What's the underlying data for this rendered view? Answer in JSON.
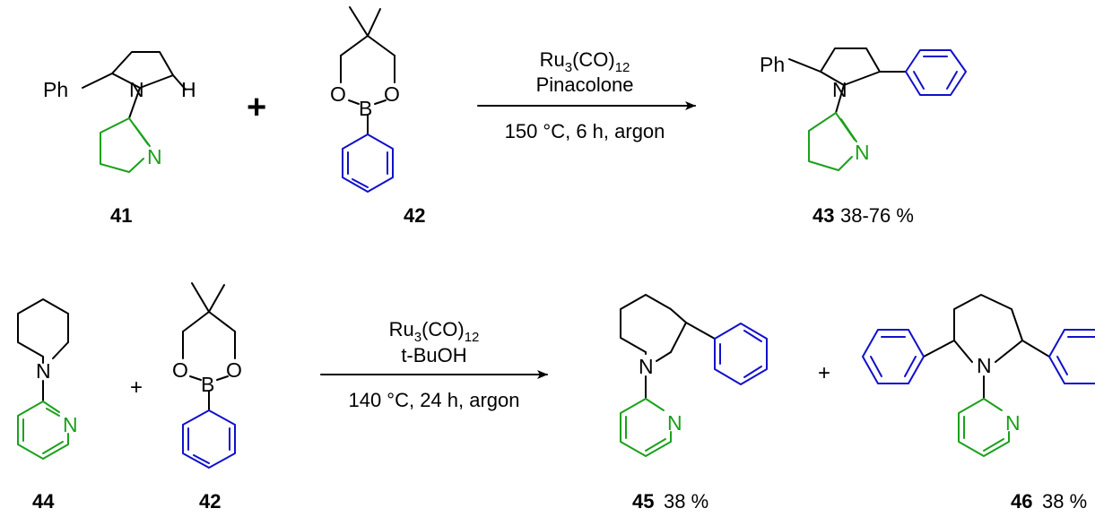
{
  "colors": {
    "heterocycle": "#1aa11a",
    "aryl": "#1010cc",
    "default": "#000000"
  },
  "atoms": {
    "phenyl": "Ph",
    "nitrogen": "N",
    "hydrogen": "H",
    "oxygen": "O",
    "boron": "B"
  },
  "reaction1": {
    "plus": "+",
    "catalyst": "Ru",
    "catalyst_sub1": "3",
    "catalyst_mid": "(CO)",
    "catalyst_sub2": "12",
    "solvent": "Pinacolone",
    "conditions": "150 °C, 6 h, argon",
    "substrate_id": "41",
    "reagent_id": "42",
    "product_id": "43",
    "product_yield": "38-76 %"
  },
  "reaction2": {
    "plus1": "+",
    "plus2": "+",
    "catalyst": "Ru",
    "catalyst_sub1": "3",
    "catalyst_mid": "(CO)",
    "catalyst_sub2": "12",
    "solvent": "t-BuOH",
    "conditions": "140 °C, 24 h, argon",
    "substrate_id": "44",
    "reagent_id": "42",
    "product1_id": "45",
    "product1_yield": "38 %",
    "product2_id": "46",
    "product2_yield": "38 %"
  }
}
